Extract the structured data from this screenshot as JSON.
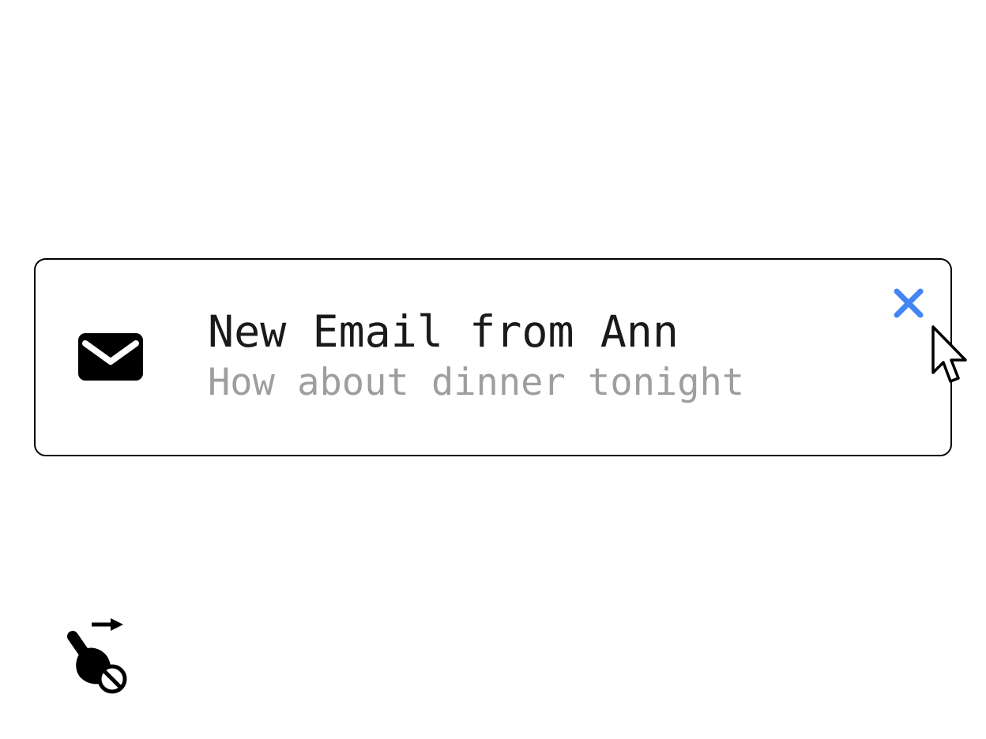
{
  "notification": {
    "title": "New Email from Ann",
    "subtitle": "How about dinner tonight"
  },
  "icons": {
    "email": {
      "name": "email-icon",
      "shape": "filled-envelope"
    },
    "close": {
      "name": "close-icon",
      "glyph": "✕",
      "color": "#4285F4"
    },
    "cursor": {
      "name": "mouse-cursor-icon",
      "shape": "arrow-pointer"
    },
    "gesture": {
      "name": "swipe-disabled-icon",
      "shape": "pointing-hand-with-right-arrow-and-no-symbol"
    }
  },
  "colors": {
    "background": "#FFFFFF",
    "card_border": "#000000",
    "title_text": "#1A1A1A",
    "subtitle_text": "#9E9E9E",
    "accent_blue": "#4285F4",
    "icon_black": "#000000"
  }
}
